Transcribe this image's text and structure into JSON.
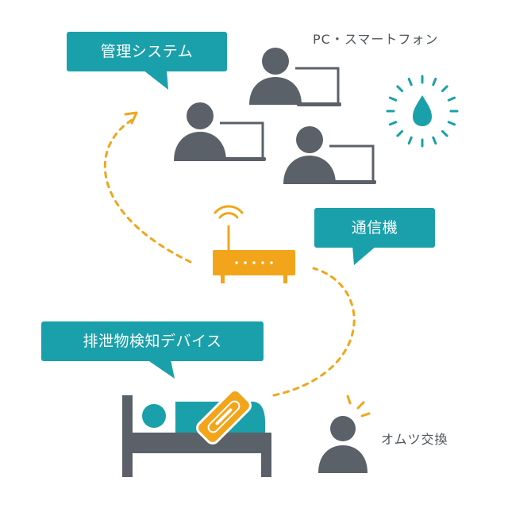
{
  "colors": {
    "teal": "#1aa0aa",
    "gray": "#5b6168",
    "orange": "#f2a51a",
    "text": "#4d5359"
  },
  "callouts": {
    "management": "管理システム",
    "communicator": "通信機",
    "device": "排泄物検知デバイス"
  },
  "labels": {
    "pc_smartphone": "PC・スマートフォン",
    "diaper_change": "オムツ交換"
  },
  "icons": [
    "person-at-laptop-icon",
    "water-drop-alert-icon",
    "router-icon",
    "bed-patient-icon",
    "sensor-device-icon",
    "caregiver-alert-icon"
  ]
}
